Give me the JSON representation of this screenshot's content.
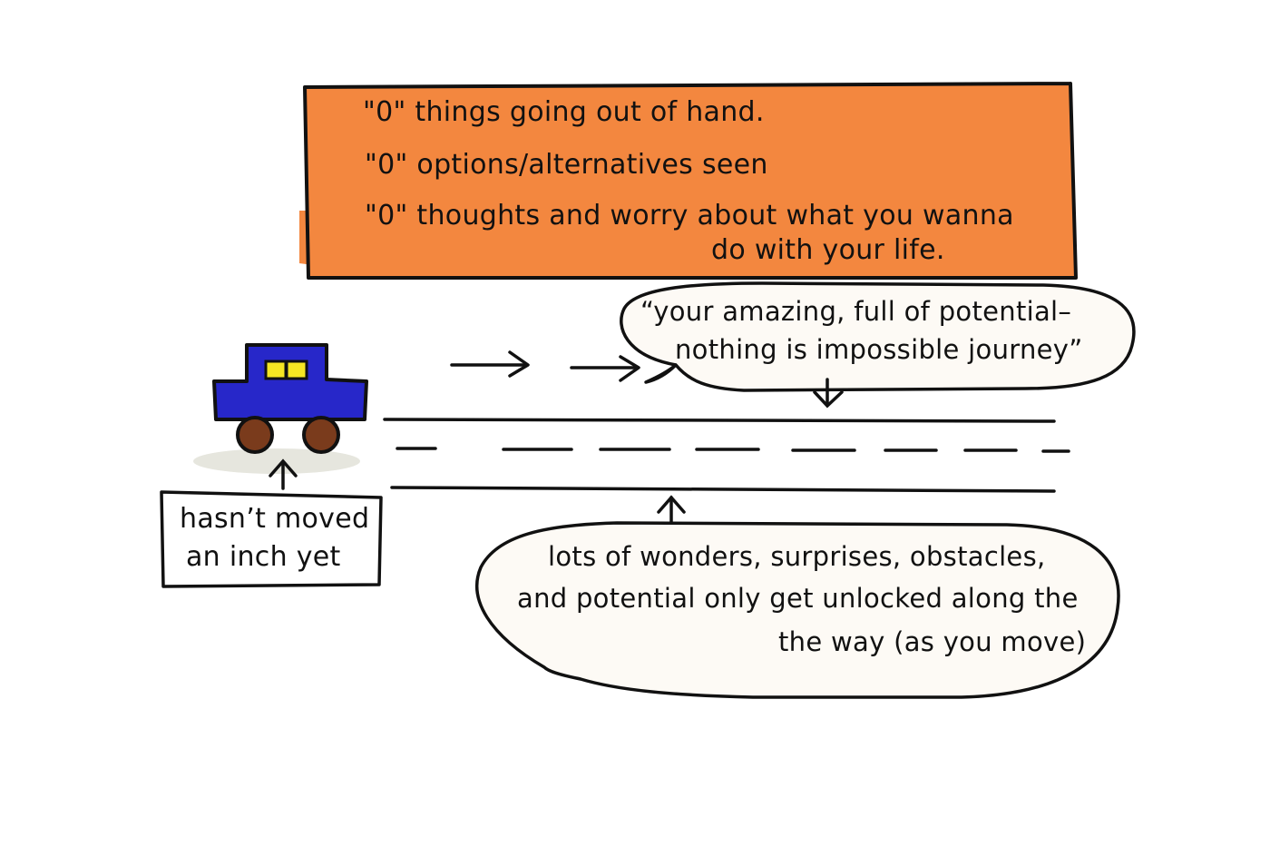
{
  "banner": {
    "line1": "\"0\" things going out of hand.",
    "line2": "\"0\" options/alternatives seen",
    "line3": "\"0\" thoughts and worry about what you wanna",
    "line4": "do with your life.",
    "fill_color": "#f3873f"
  },
  "top_bubble": {
    "line1": "“your amazing, full of potential–",
    "line2": "nothing is impossible journey”"
  },
  "bottom_bubble": {
    "line1": "lots of wonders, surprises, obstacles,",
    "line2": "and potential only get unlocked along the",
    "line3": "the way (as you move)"
  },
  "car_note": {
    "line1": "hasn’t moved",
    "line2": "an inch yet"
  },
  "colors": {
    "car_body": "#2727c9",
    "car_window": "#f5e623",
    "car_wheel": "#7a3b1c",
    "bubble_fill": "#fdfaf5",
    "ink": "#111111"
  },
  "icons": {
    "car": "car-icon",
    "arrows": "arrow-right-icon"
  }
}
